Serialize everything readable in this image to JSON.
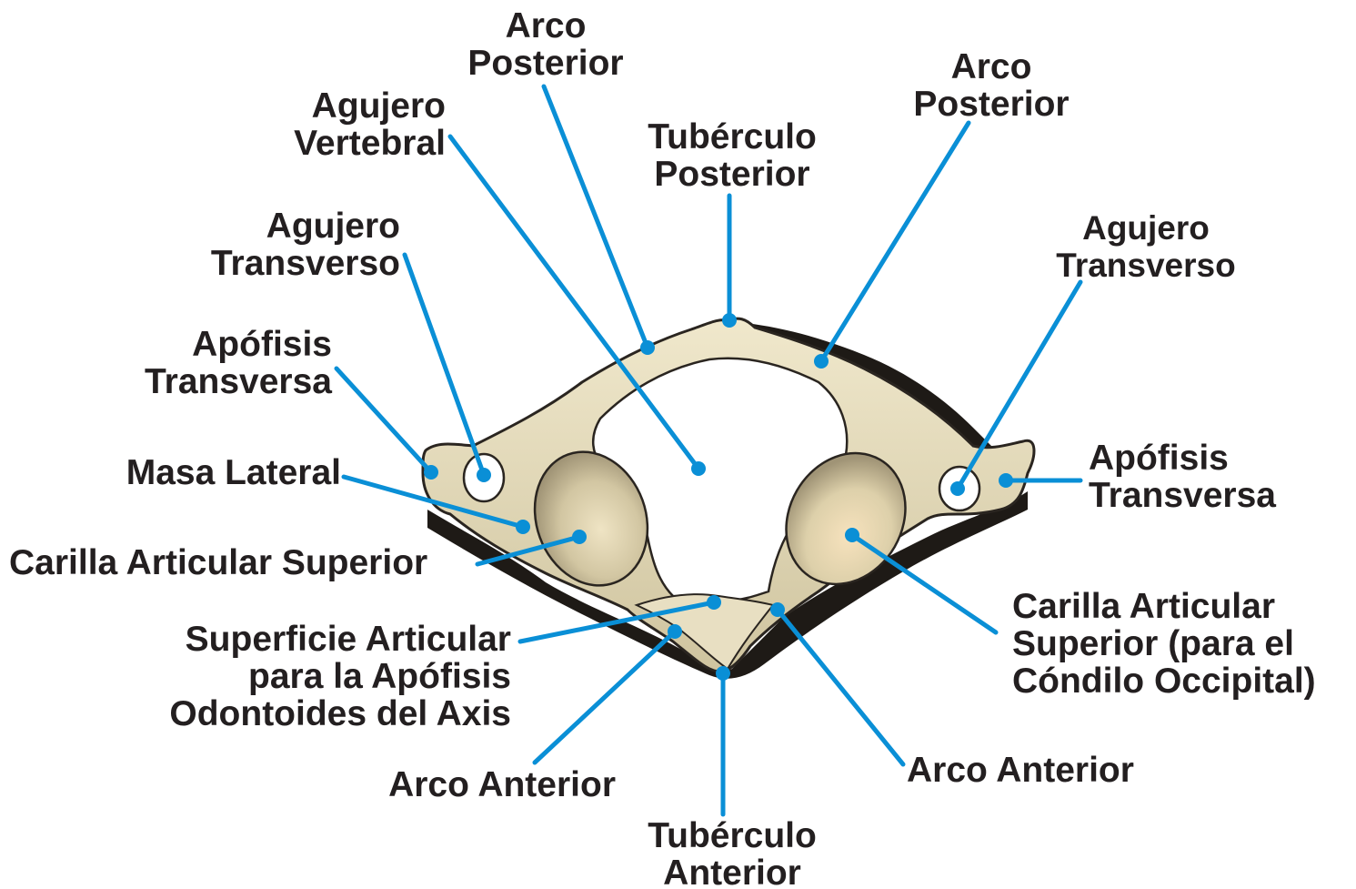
{
  "colors": {
    "leader": "#0a8fd6",
    "text": "#231f20",
    "bone": "#e6dcbc",
    "bone_shade": "#b8ac88",
    "bone_outline": "#2a2520",
    "facet_highlight": "#f7e2bd"
  },
  "labels": {
    "arco_posterior_izq": [
      "Arco",
      "Posterior"
    ],
    "arco_posterior_der": [
      "Arco",
      "Posterior"
    ],
    "agujero_vertebral": [
      "Agujero",
      "Vertebral"
    ],
    "tuberculo_posterior": [
      "Tubérculo",
      "Posterior"
    ],
    "agujero_transverso_izq": [
      "Agujero",
      "Transverso"
    ],
    "agujero_transverso_der": [
      "Agujero",
      "Transverso"
    ],
    "apofisis_transversa_izq": [
      "Apófisis",
      "Transversa"
    ],
    "apofisis_transversa_der": [
      "Apófisis",
      "Transversa"
    ],
    "masa_lateral": "Masa Lateral",
    "carilla_articular_izq": "Carilla Articular Superior",
    "carilla_articular_der": [
      "Carilla Articular",
      "Superior (para el",
      "Cóndilo Occipital)"
    ],
    "superficie_articular": [
      "Superficie Articular",
      "para la Apófisis",
      "Odontoides del Axis"
    ],
    "arco_anterior_izq": "Arco Anterior",
    "arco_anterior_der": "Arco Anterior",
    "tuberculo_anterior": [
      "Tubérculo",
      "Anterior"
    ]
  }
}
